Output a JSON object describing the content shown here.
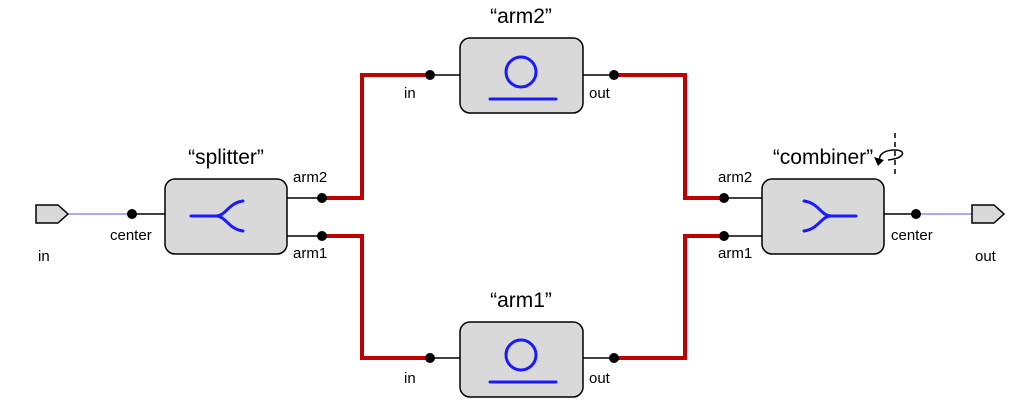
{
  "blocks": {
    "arm2": {
      "title": "“arm2”",
      "in_label": "in",
      "out_label": "out"
    },
    "arm1": {
      "title": "“arm1”",
      "in_label": "in",
      "out_label": "out"
    },
    "splitter": {
      "title": "“splitter”",
      "center_label": "center",
      "arm2_label": "arm2",
      "arm1_label": "arm1"
    },
    "combiner": {
      "title": "“combiner”",
      "center_label": "center",
      "arm2_label": "arm2",
      "arm1_label": "arm1"
    }
  },
  "terminals": {
    "input": {
      "label": "in"
    },
    "output": {
      "label": "out"
    }
  },
  "colors": {
    "arm_wire": "#c00000",
    "terminal_wire": "#8f8ff0",
    "symbol": "#1a1aff",
    "block_fill": "#d9d9d9"
  },
  "icons": {
    "waveguide_block": "ring-resonator-icon",
    "splitter_block": "y-splitter-icon",
    "combiner_block": "y-combiner-icon",
    "flip_marker": "mirror-flip-icon"
  }
}
